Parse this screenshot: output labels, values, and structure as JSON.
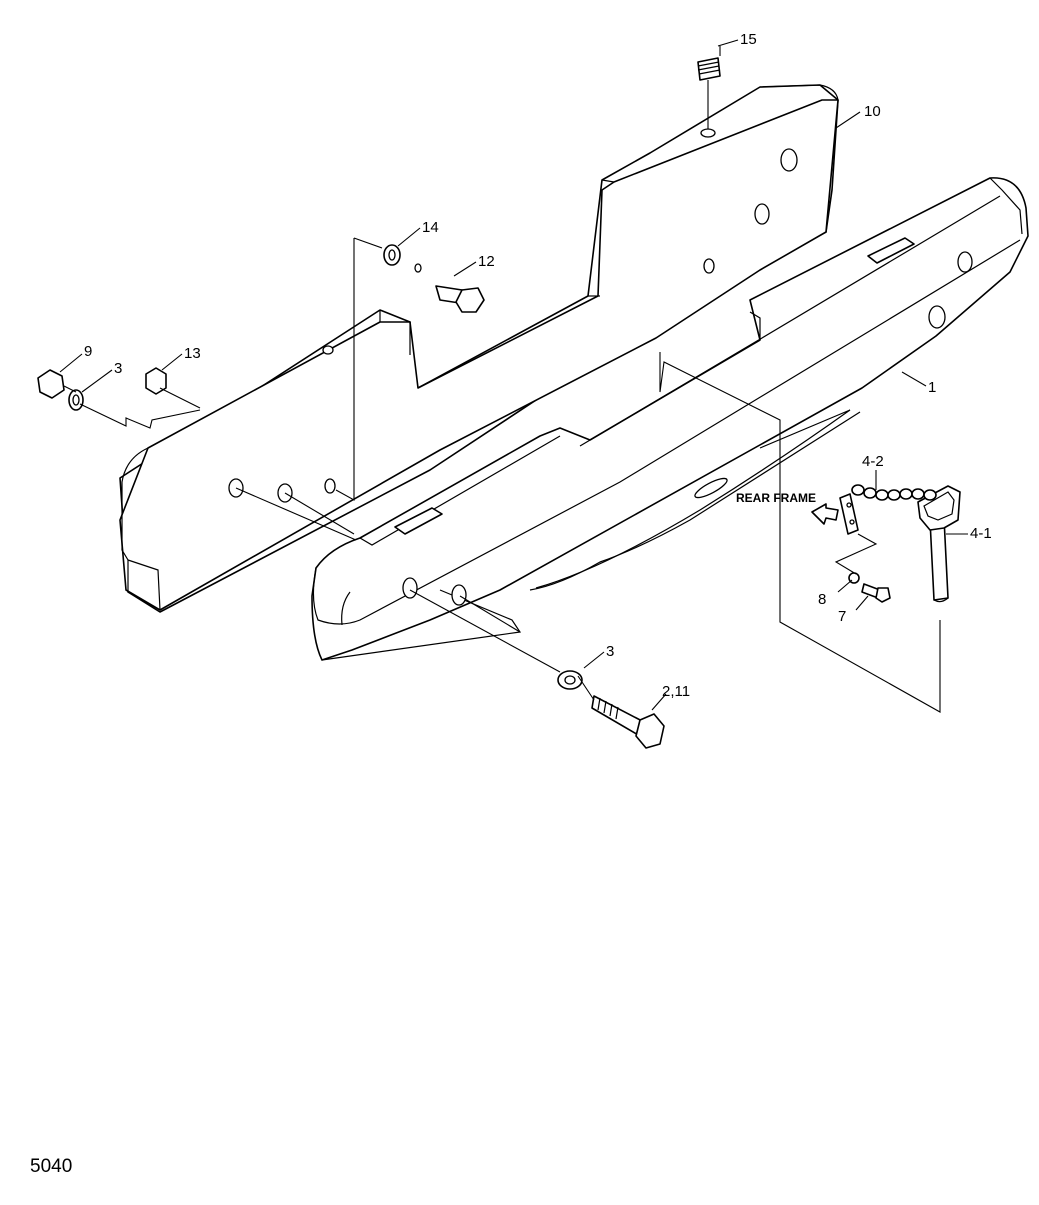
{
  "page": {
    "drawing_code": "5040",
    "callout_rear_frame": "REAR FRAME"
  },
  "callouts": {
    "c1": "1",
    "c2_11": "2,11",
    "c3_left": "3",
    "c3_right": "3",
    "c4_1": "4-1",
    "c4_2": "4-2",
    "c7": "7",
    "c8": "8",
    "c9": "9",
    "c10": "10",
    "c12": "12",
    "c13": "13",
    "c14": "14",
    "c15": "15"
  }
}
